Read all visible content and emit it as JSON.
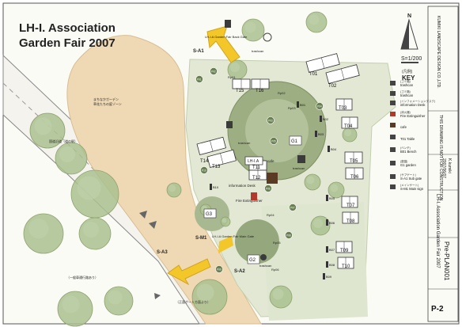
{
  "title": {
    "line1": "LH-I. Association",
    "line2": "Garden Fair 2007"
  },
  "scale": "S=1/200",
  "north": "N",
  "key_title": "KEY",
  "key_jp": "(凡例)",
  "key_items": [
    {
      "jp": "(ゴミ箱)",
      "en": "trashcan"
    },
    {
      "jp": "(ゴミ箱)",
      "en": "trashcan"
    },
    {
      "jp": "(インフォメーションデスク)",
      "en": "information Desk"
    },
    {
      "jp": "(消火器)",
      "en": "Fire Extinguisher"
    },
    {
      "jp": "",
      "en": "cafe"
    },
    {
      "jp": "",
      "en": "T01 Table"
    },
    {
      "jp": "(ベンチ)",
      "en": "B01 Bench"
    },
    {
      "jp": "(庭園)",
      "en": "G1 garden"
    },
    {
      "jp": "(サブゲート)",
      "en": "S-A1 Sub gate"
    },
    {
      "jp": "(メインゲート)",
      "en": "S-M1 Main sign"
    }
  ],
  "title_block": {
    "company": "KUMIKI LANDSCAPE DESIGN CO.,LTD.",
    "note": "THIS DRAWING IS NOT FOR CONSTRUCTION",
    "date": "2007/06/07",
    "drawn": "K.kumiki",
    "project": "LH-I. Association Garden Fair 2007",
    "plan_no": "Pre-PLAN001",
    "sheet": "P-2"
  },
  "gates": {
    "back_label": "LH-I.A Garden Fair Back Gate",
    "main_label": "LH-I.A Garden Fair Main Gate",
    "sa1": "S-A1",
    "sa2": "S-A2",
    "sa3": "S-A3",
    "sm1": "S-M1"
  },
  "tables": [
    "T01",
    "T02",
    "T03",
    "T04",
    "T05",
    "T06",
    "T07",
    "T08",
    "T09",
    "T10",
    "T11",
    "T12",
    "T13",
    "T14",
    "T15",
    "T16"
  ],
  "benches": [
    "B01",
    "B02",
    "B03",
    "B04",
    "B05",
    "B06",
    "B07",
    "B08",
    "B09",
    "B10"
  ],
  "gardens": [
    "G1",
    "G2",
    "G3"
  ],
  "points": [
    "P01",
    "P02",
    "P03",
    "P04",
    "P05",
    "P06",
    "P07",
    "P08",
    "P09",
    "P10"
  ],
  "rp": [
    "Rp01",
    "Rp02",
    "Rp03",
    "Rp04",
    "Rp05",
    "Rp06"
  ],
  "labels": {
    "trashcan": "trashcan",
    "info": "information Desk",
    "fire": "Fire Extinguisher",
    "cafe": "cafe",
    "lhia": "LH-I.A",
    "jp_road1": "国道沿道（道の駅）",
    "jp_road2": "（一般車通行路あり）",
    "jp_road3": "（正面ゲート方面より）",
    "jp_note1": "まちなかガーデン",
    "jp_note2": "草花たちの庭ゾーン"
  }
}
